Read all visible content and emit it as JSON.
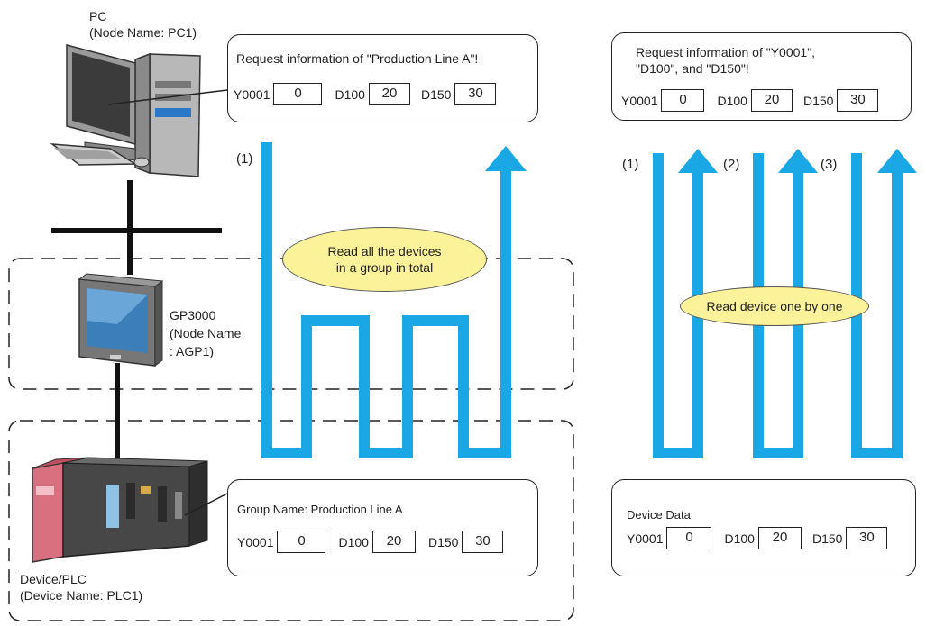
{
  "pc": {
    "title": "PC",
    "node": "(Node Name: PC1)"
  },
  "gp": {
    "line1": "GP3000",
    "line2": "(Node Name",
    "line3": ": AGP1)"
  },
  "plc": {
    "line1": "Device/PLC",
    "line2": "(Device Name: PLC1)"
  },
  "pc_request": {
    "text": "Request information of \"Production Line A\"!",
    "items": [
      {
        "name": "Y0001",
        "value": "0"
      },
      {
        "name": "D100",
        "value": "20"
      },
      {
        "name": "D150",
        "value": "30"
      }
    ]
  },
  "right_request": {
    "line1": "Request information of \"Y0001\",",
    "line2": "\"D100\", and \"D150\"!",
    "items": [
      {
        "name": "Y0001",
        "value": "0"
      },
      {
        "name": "D100",
        "value": "20"
      },
      {
        "name": "D150",
        "value": "30"
      }
    ]
  },
  "group_box": {
    "title": "Group Name: Production Line A",
    "items": [
      {
        "name": "Y0001",
        "value": "0"
      },
      {
        "name": "D100",
        "value": "20"
      },
      {
        "name": "D150",
        "value": "30"
      }
    ]
  },
  "device_box": {
    "title": "Device Data",
    "items": [
      {
        "name": "Y0001",
        "value": "0"
      },
      {
        "name": "D100",
        "value": "20"
      },
      {
        "name": "D150",
        "value": "30"
      }
    ]
  },
  "steps": {
    "left1": "(1)",
    "right1": "(1)",
    "right2": "(2)",
    "right3": "(3)"
  },
  "bubbles": {
    "group_read_line1": "Read all the devices",
    "group_read_line2": "in a group in total",
    "one_by_one": "Read device one by one"
  },
  "colors": {
    "flow": "#1aa7e6",
    "bubble": "#fbf29a",
    "line": "#222222"
  }
}
